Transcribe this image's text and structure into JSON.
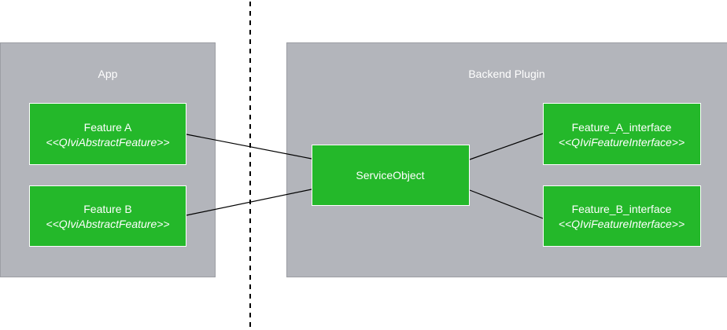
{
  "colors": {
    "container_fill": "#b3b5bb",
    "node_fill": "#24b82a",
    "text": "#ffffff",
    "lines": "#000000",
    "background": "#ffffff"
  },
  "containers": {
    "app": {
      "label": "App"
    },
    "backend": {
      "label": "Backend Plugin"
    }
  },
  "nodes": {
    "feature_a": {
      "name": "Feature A",
      "stereotype": "<<QIviAbstractFeature>>"
    },
    "feature_b": {
      "name": "Feature B",
      "stereotype": "<<QIviAbstractFeature>>"
    },
    "service_object": {
      "name": "ServiceObject"
    },
    "feature_a_interface": {
      "name": "Feature_A_interface",
      "stereotype": "<<QIviFeatureInterface>>"
    },
    "feature_b_interface": {
      "name": "Feature_B_interface",
      "stereotype": "<<QIviFeatureInterface>>"
    }
  },
  "connections": [
    {
      "from": "feature_a",
      "to": "service_object"
    },
    {
      "from": "feature_b",
      "to": "service_object"
    },
    {
      "from": "service_object",
      "to": "feature_a_interface"
    },
    {
      "from": "service_object",
      "to": "feature_b_interface"
    }
  ]
}
